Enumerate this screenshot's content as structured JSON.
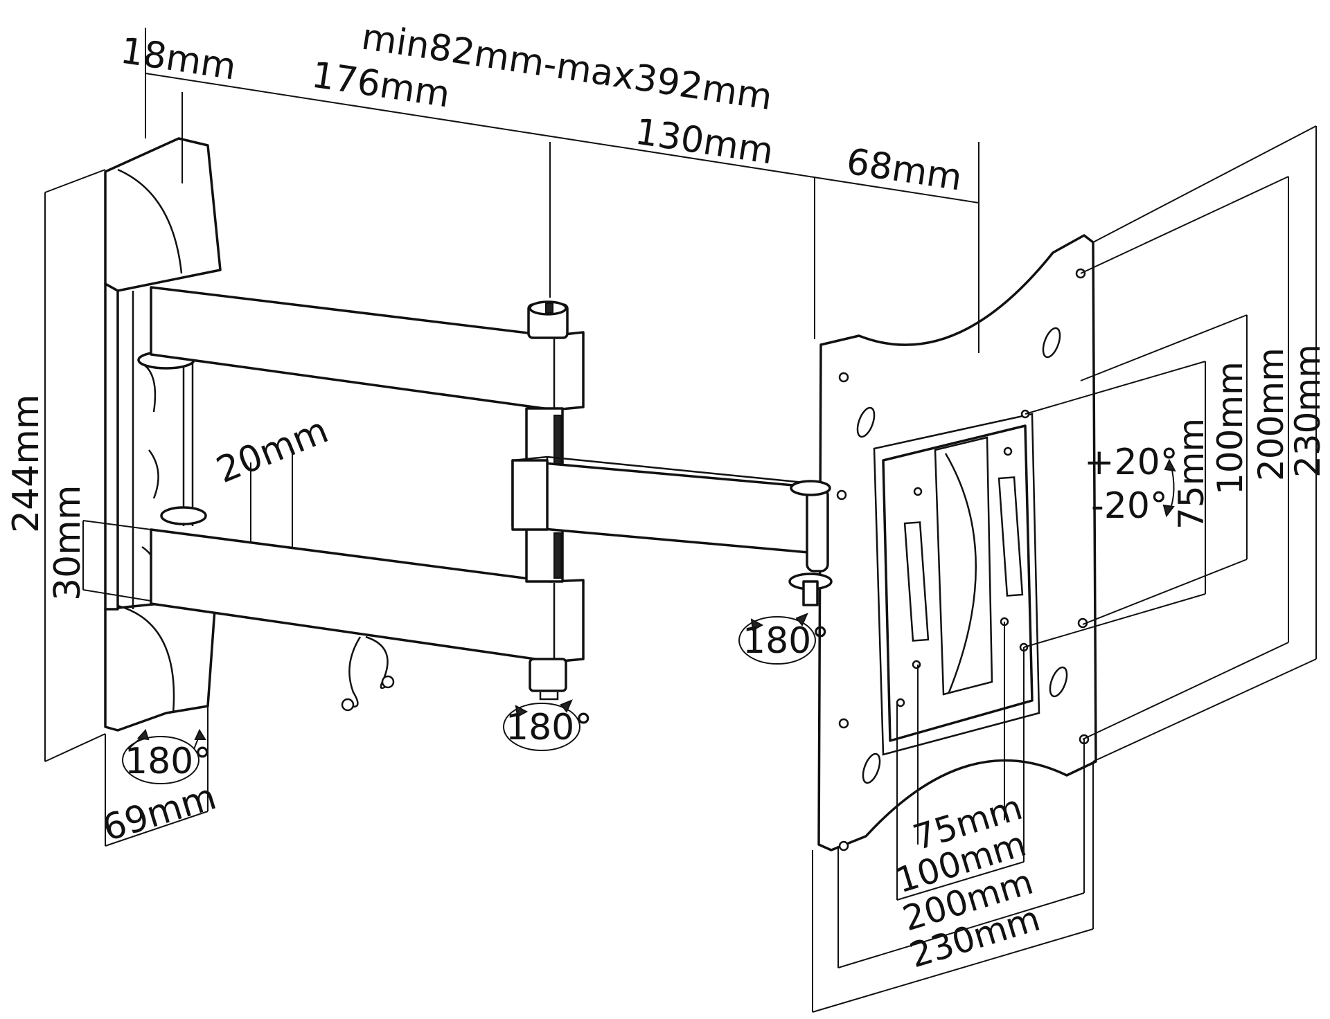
{
  "diagram": {
    "overall_length": "min82mm-max392mm",
    "wall_plate_offset": "18mm",
    "first_arm_length": "176mm",
    "second_arm_length": "130mm",
    "head_depth": "68mm",
    "arm_gap": "20mm",
    "arm_height": "30mm",
    "wall_plate_height": "244mm",
    "wall_plate_width": "69mm",
    "swivel_wall": "180°",
    "swivel_elbow": "180°",
    "swivel_head": "180°",
    "tilt_up": "+20°",
    "tilt_down": "-20°",
    "vesa_h": [
      "75mm",
      "100mm",
      "200mm",
      "230mm"
    ],
    "vesa_v": [
      "75mm",
      "100mm",
      "200mm",
      "230mm"
    ]
  }
}
